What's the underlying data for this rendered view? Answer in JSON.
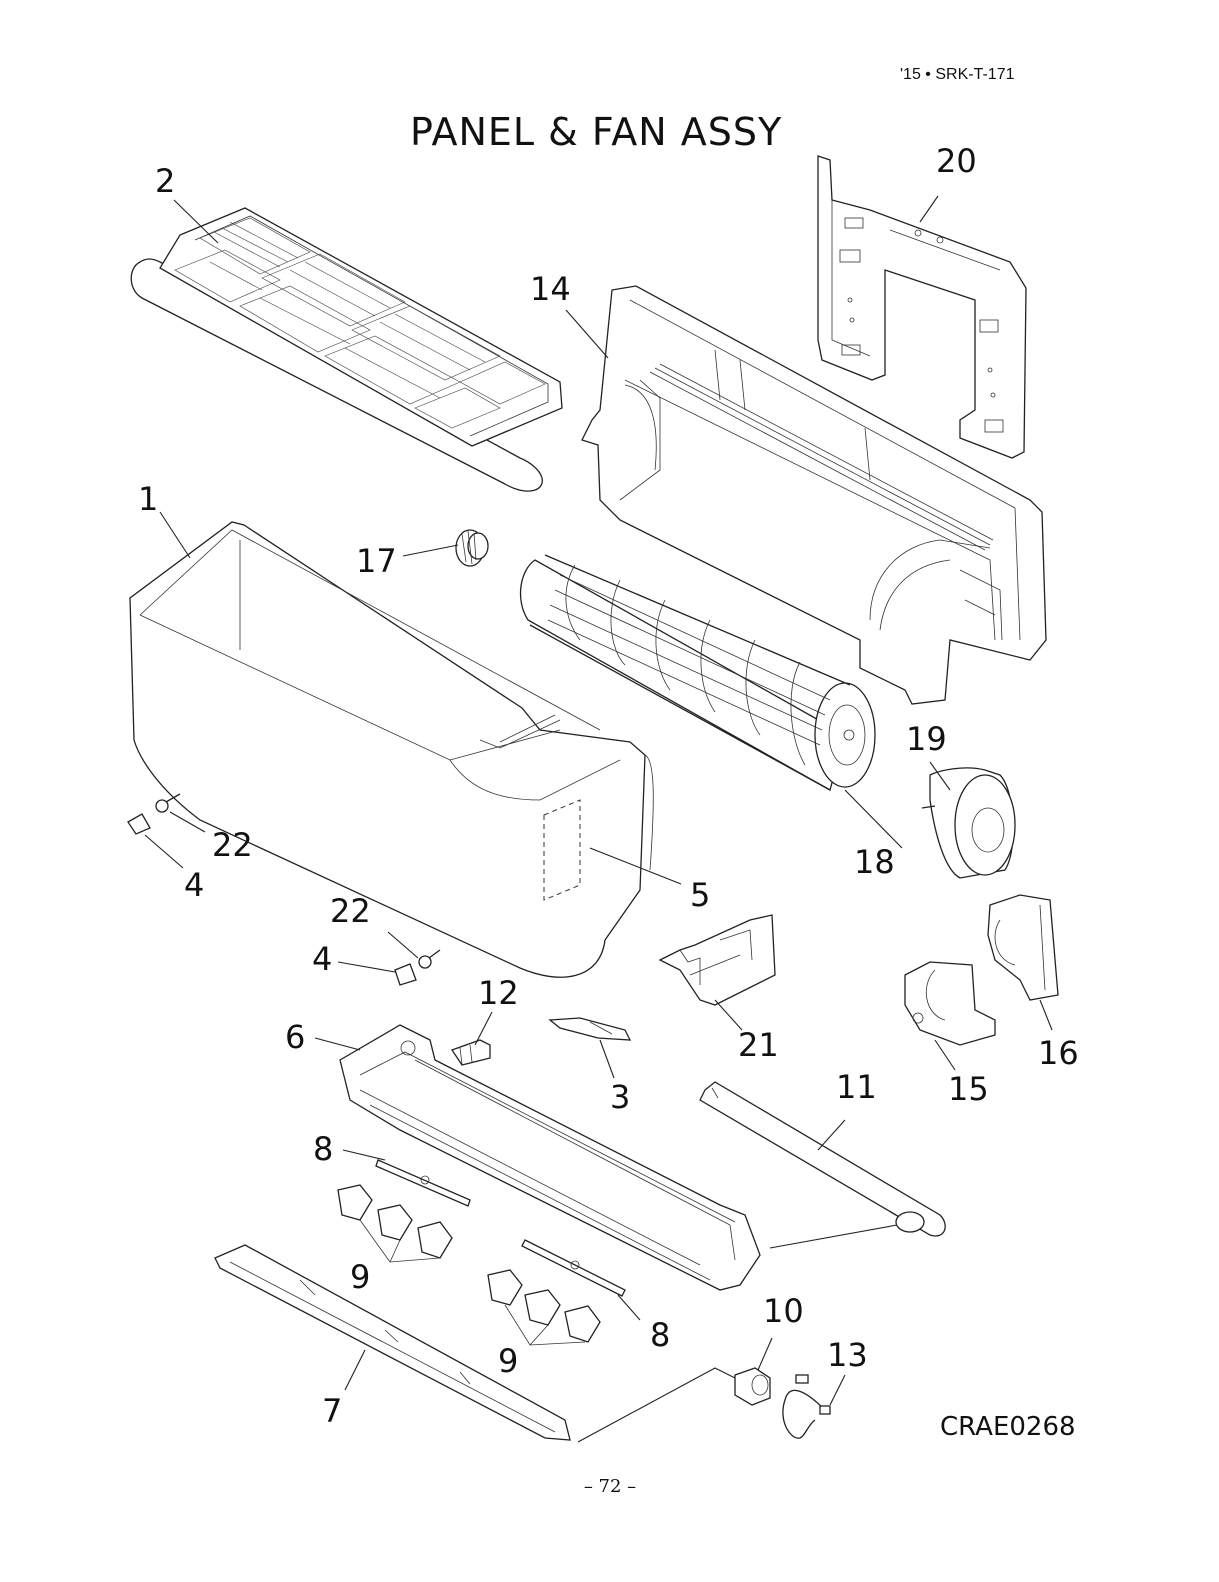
{
  "header": {
    "doc_code": "'15 • SRK-T-171"
  },
  "title": "PANEL & FAN ASSY",
  "drawing_code": "CRAE0268",
  "page_number": "– 72 –",
  "callouts": {
    "c1": "1",
    "c2": "2",
    "c3": "3",
    "c4a": "4",
    "c4b": "4",
    "c5": "5",
    "c6": "6",
    "c7": "7",
    "c8a": "8",
    "c8b": "8",
    "c9a": "9",
    "c9b": "9",
    "c10": "10",
    "c11": "11",
    "c12": "12",
    "c13": "13",
    "c14": "14",
    "c15": "15",
    "c16": "16",
    "c17": "17",
    "c18": "18",
    "c19": "19",
    "c20": "20",
    "c21": "21",
    "c22a": "22",
    "c22b": "22"
  }
}
